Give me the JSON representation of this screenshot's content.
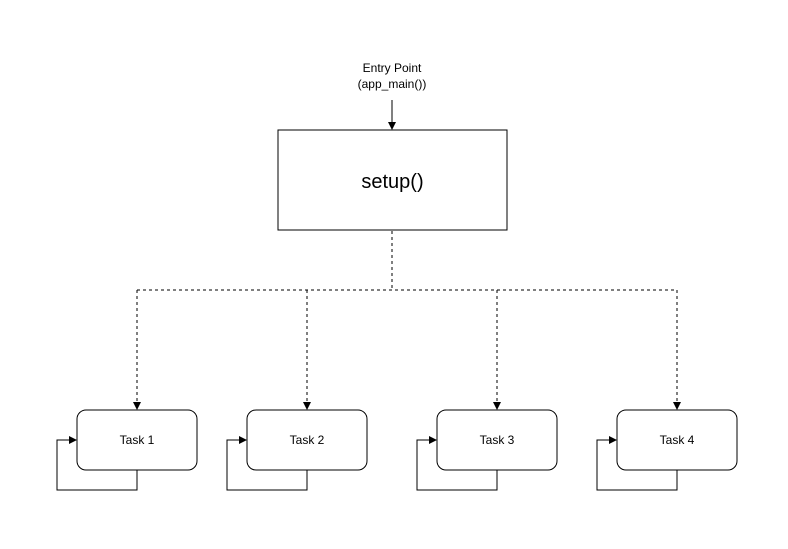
{
  "entry_point": {
    "line1": "Entry Point",
    "line2": "(app_main())"
  },
  "setup": {
    "label": "setup()"
  },
  "tasks": [
    {
      "label": "Task 1"
    },
    {
      "label": "Task 2"
    },
    {
      "label": "Task 3"
    },
    {
      "label": "Task 4"
    }
  ]
}
